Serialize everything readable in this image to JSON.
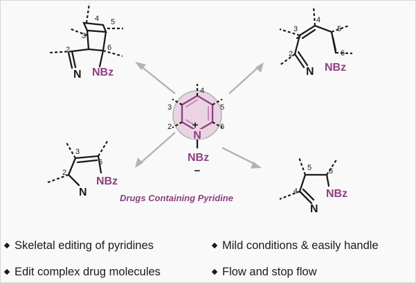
{
  "caption": "Drugs Containing Pyridine",
  "atoms": {
    "pyridinium_n": "N",
    "pyridinium_plus": "+",
    "nbz_center": "NBz",
    "minus": "−",
    "diaz_bicyclic_n": "N",
    "diaz_bicyclic_nbz": "NBz",
    "diazepine_n": "N",
    "diazepine_nbz": "NBz",
    "pyrazole_left_n": "N",
    "pyrazole_left_nbz": "NBz",
    "pyrazole_right_n": "N",
    "pyrazole_right_nbz": "NBz"
  },
  "labels": {
    "center": [
      "4",
      "3",
      "5",
      "2",
      "6"
    ],
    "top_left": [
      "4",
      "5",
      "3",
      "2",
      "6"
    ],
    "top_right": [
      "3",
      "4",
      "5",
      "2",
      "6"
    ],
    "bottom_left": [
      "3",
      "6",
      "2"
    ],
    "bottom_right": [
      "5",
      "6",
      "4"
    ]
  },
  "bullets": [
    "Skeletal editing of pyridines",
    "Mild conditions & easily handle",
    "Edit complex drug molecules",
    "Flow and stop flow"
  ],
  "colors": {
    "accent": "#8c3f7f",
    "arrow": "#b3b3b3",
    "highlight": "#ead3e3"
  }
}
